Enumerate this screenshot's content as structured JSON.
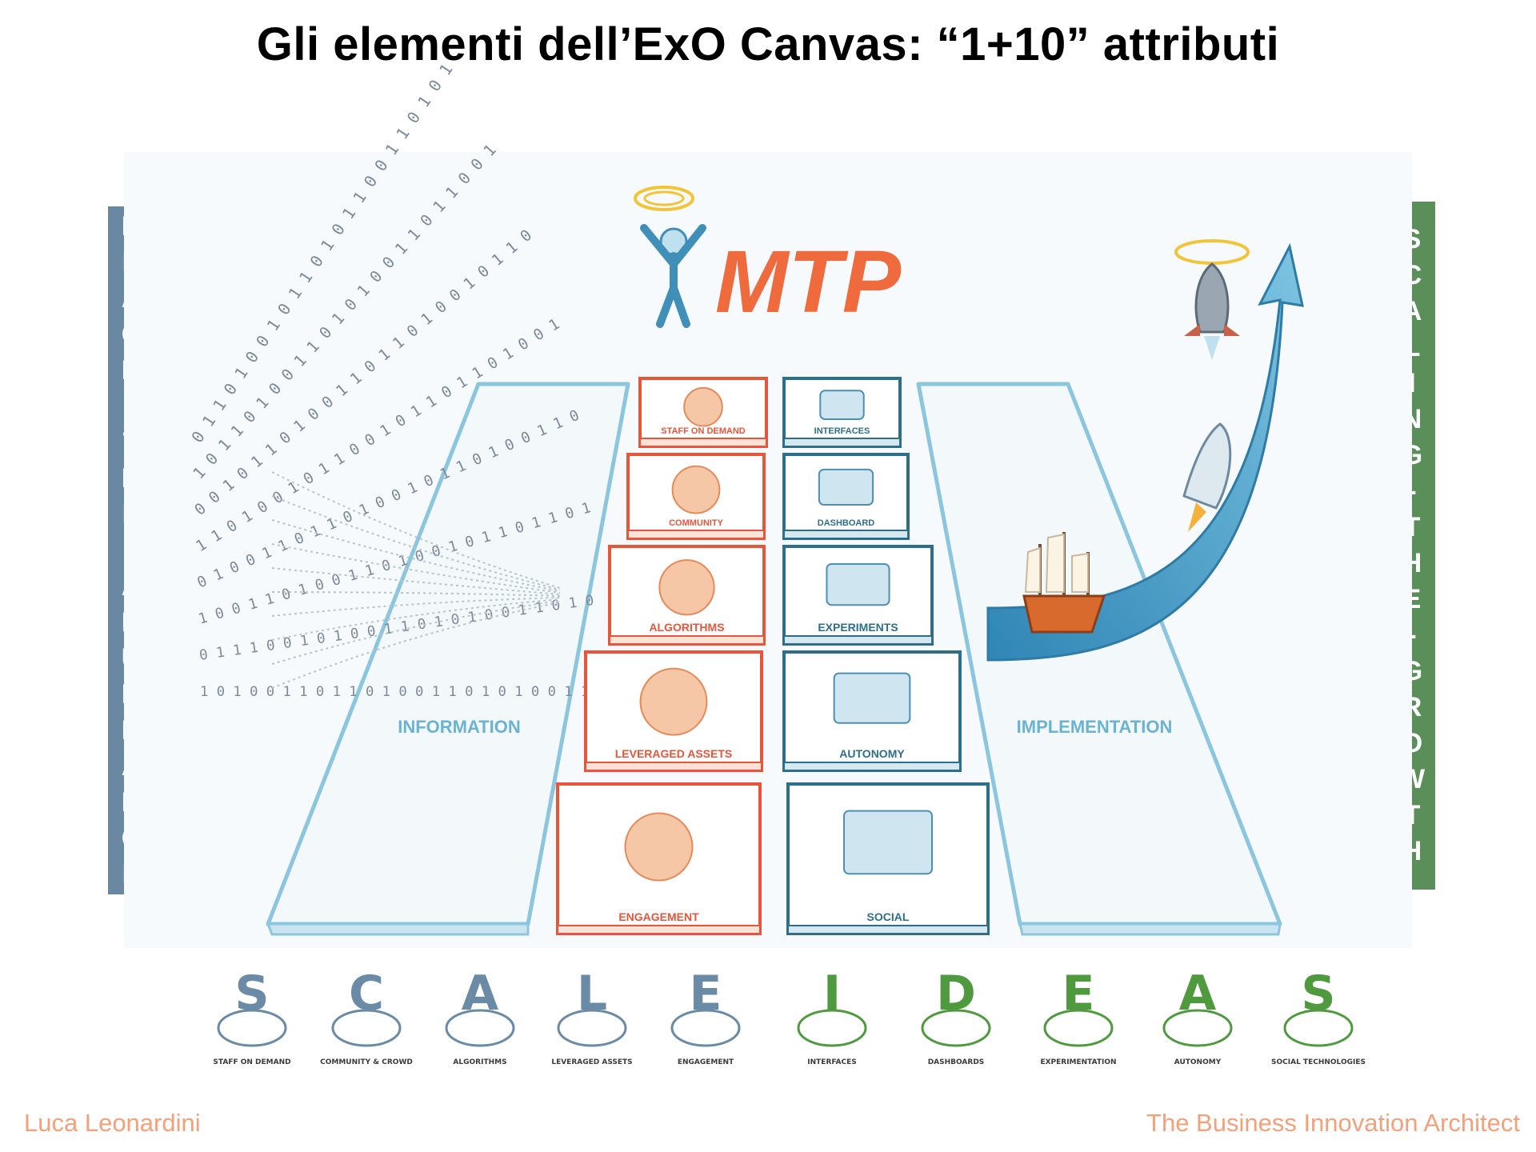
{
  "title": "Gli elementi dell’ExO Canvas: “1+10” attributi",
  "mtp": "MTP",
  "left_bar": {
    "letters": [
      "R",
      "E",
      "A",
      "C",
      "H",
      "-",
      "T",
      "H",
      "E",
      "-",
      "A",
      "B",
      "U",
      "N",
      "D",
      "A",
      "N",
      "C",
      "E"
    ],
    "color": "#6b88a3"
  },
  "right_bar": {
    "letters": [
      "S",
      "C",
      "A",
      "L",
      "I",
      "N",
      "G",
      "-",
      "T",
      "H",
      "E",
      "-",
      "G",
      "R",
      "O",
      "W",
      "T",
      "H"
    ],
    "color": "#5b8f5a"
  },
  "left_panel": "INFORMATION",
  "right_panel": "IMPLEMENTATION",
  "scale_tiles": [
    "STAFF ON DEMAND",
    "COMMUNITY",
    "ALGORITHMS",
    "LEVERAGED ASSETS",
    "ENGAGEMENT"
  ],
  "ideas_tiles": [
    "INTERFACES",
    "DASHBOARD",
    "EXPERIMENTS",
    "AUTONOMY",
    "SOCIAL"
  ],
  "scale_row": [
    {
      "letter": "S",
      "label": "STAFF ON DEMAND"
    },
    {
      "letter": "C",
      "label": "COMMUNITY & CROWD"
    },
    {
      "letter": "A",
      "label": "ALGORITHMS"
    },
    {
      "letter": "L",
      "label": "LEVERAGED ASSETS"
    },
    {
      "letter": "E",
      "label": "ENGAGEMENT"
    }
  ],
  "ideas_row": [
    {
      "letter": "I",
      "label": "INTERFACES"
    },
    {
      "letter": "D",
      "label": "DASHBOARDS"
    },
    {
      "letter": "E",
      "label": "EXPERIMENTATION"
    },
    {
      "letter": "A",
      "label": "AUTONOMY"
    },
    {
      "letter": "S",
      "label": "SOCIAL TECHNOLOGIES"
    }
  ],
  "binary_lines": [
    "0 1 1 0 1 0 0 1 0 1 1 0 1 0 1 1 0 0 1 1 0 1 0 1",
    "1 0 1 1 0 1 0 0 1 1 0 1 0 1 0 0 1 1 0 1 1 0 0 1",
    "0 0 1 0 1 1 0 1 0 0 1 1 0 1 1 0 1 0 0 1 0 1 1 0",
    "1 1 0 1 0 0 1 0 1 1 0 0 1 0 1 1 0 1 1 0 1 0 0 1",
    "0 1 0 0 1 1 0 1 1 0 1 0 0 1 0 1 1 0 1 0 0 1 1 0",
    "1 0 0 1 1 0 1 0 0 1 1 0 1 0 0 1 0 1 1 0 1 1 0 1",
    "0 1 1 1 0 0 1 0 1 0 0 1 1 0 1 0 1 0 0 1 1 0 1 0",
    "1 0 1 0 0 1 1 0 1 1 0 1 0 0 1 1 0 1 0 1 0 0 1 1"
  ],
  "colors": {
    "mtp": "#ef6a3c",
    "scale": "#e8553b",
    "ideas": "#2d6f8a",
    "panel": "#8cc6de",
    "panel_text": "#6bb3d2",
    "scale_letters": "#6a8aa6",
    "ideas_letters": "#4f9a3e"
  },
  "footer_left": "Luca Leonardini",
  "footer_right": "The Business Innovation Architect"
}
